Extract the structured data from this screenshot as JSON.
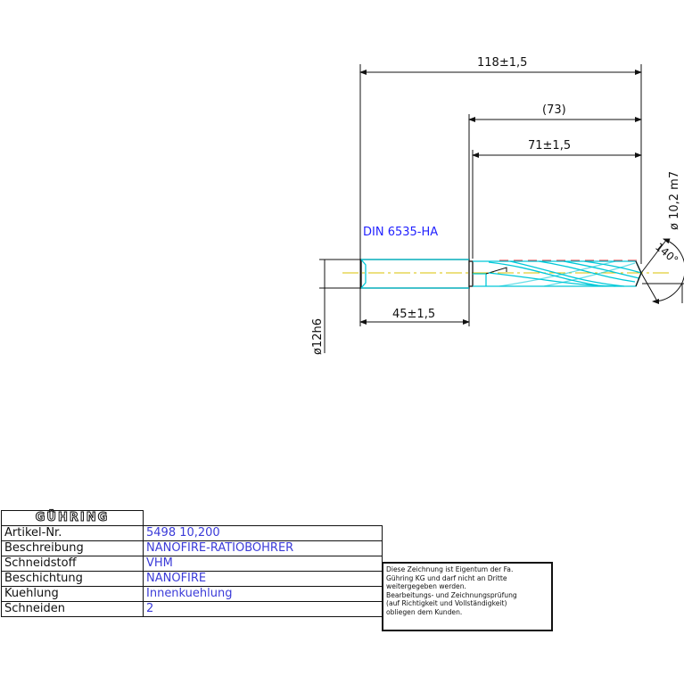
{
  "drawing": {
    "dims": {
      "overall_length": "118±1,5",
      "flute_ref": "(73)",
      "flute_length": "71±1,5",
      "shank_length": "45±1,5",
      "tip_diameter": "ø 10,2 m7",
      "point_angle": "140°",
      "shank_diameter": "ø12h6"
    },
    "standard": "DIN 6535-HA"
  },
  "titleblock": {
    "logo": "GÜHRING",
    "rows": [
      {
        "label": "Artikel-Nr.",
        "value": "5498 10,200"
      },
      {
        "label": "Beschreibung",
        "value": "NANOFIRE-RATIOBOHRER"
      },
      {
        "label": "Schneidstoff",
        "value": "VHM"
      },
      {
        "label": "Beschichtung",
        "value": "NANOFIRE"
      },
      {
        "label": "Kuehlung",
        "value": "Innenkuehlung"
      },
      {
        "label": "Schneiden",
        "value": "2"
      }
    ]
  },
  "notice": {
    "lines": [
      "Diese Zeichnung ist Eigentum der Fa.",
      "Gühring KG und darf nicht an Dritte",
      "weitergegeben werden.",
      "Bearbeitungs- und Zeichnungsprüfung",
      "(auf Richtigkeit und Vollständigkeit)",
      "obliegen dem Kunden."
    ]
  },
  "colors": {
    "dimension": "#111111",
    "tool_outline": "#00c8d8",
    "standard_text": "#2222ff",
    "centerline": "#d8c000",
    "tip_line": "#e03030",
    "value_text": "#3b3bd8"
  }
}
